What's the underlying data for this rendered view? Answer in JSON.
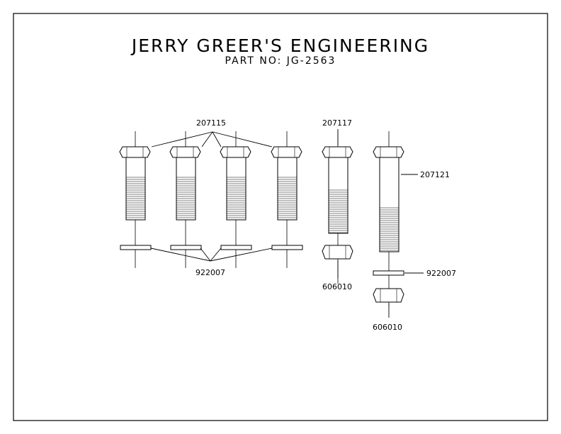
{
  "drawing": {
    "title": "JERRY GREER'S ENGINEERING",
    "part_number": "PART NO: JG-2563"
  },
  "callouts": {
    "bolt_short_group": "207115",
    "bolt_mid": "207117",
    "bolt_long": "207121",
    "washer_group": "922007",
    "washer_single": "922007",
    "nut_mid": "606010",
    "nut_long": "606010"
  },
  "colors": {
    "line": "#000000",
    "background": "#ffffff",
    "border": "#000000"
  }
}
